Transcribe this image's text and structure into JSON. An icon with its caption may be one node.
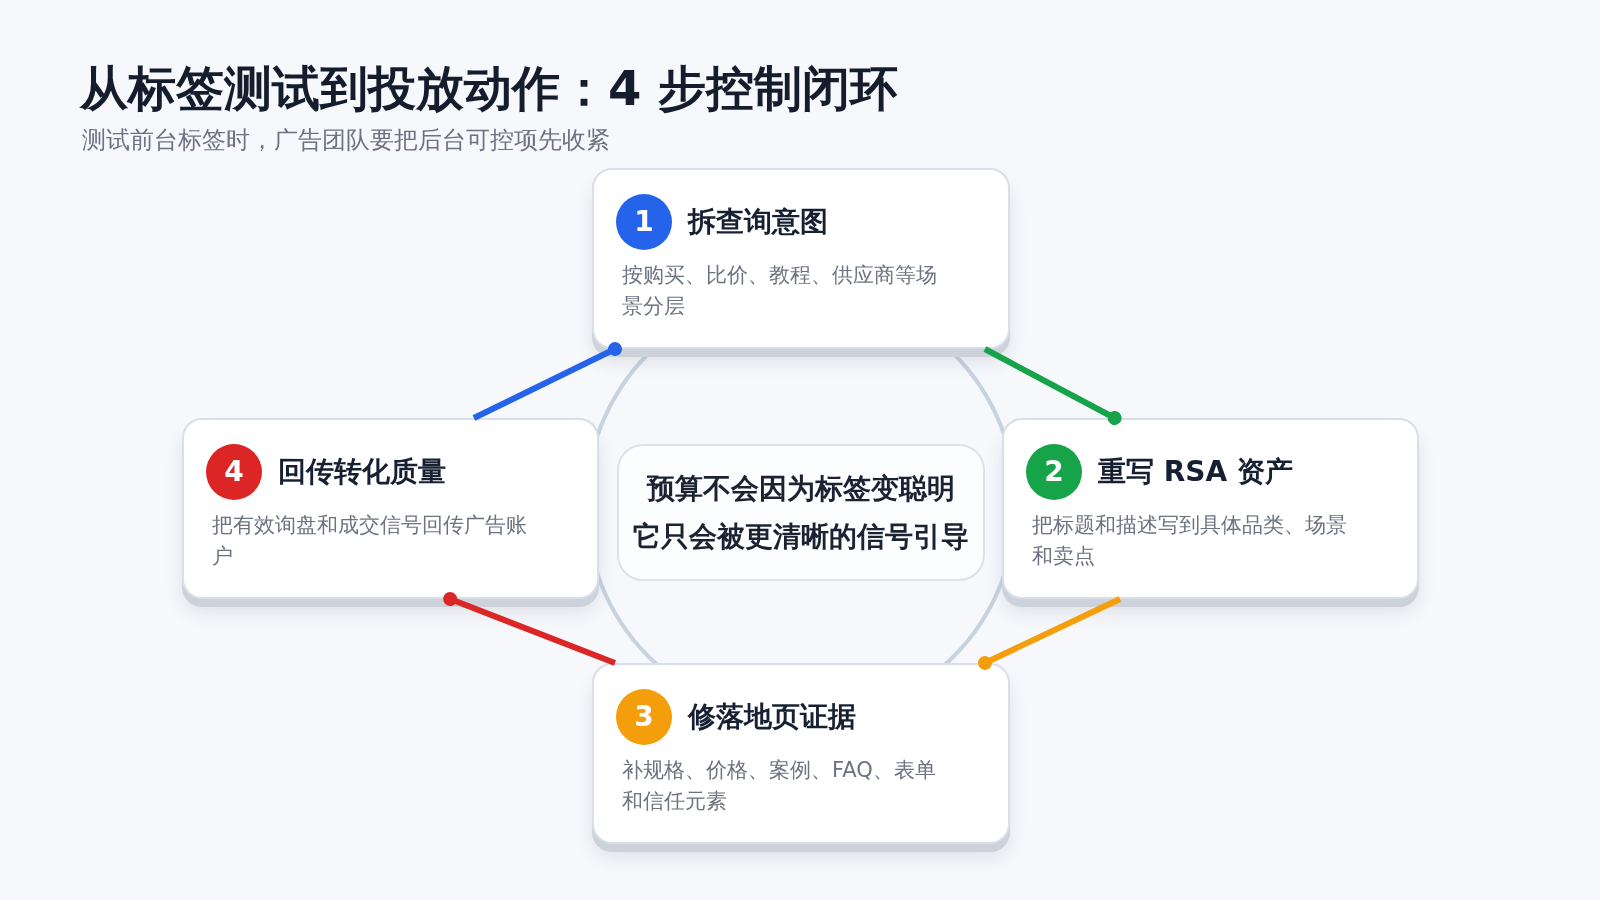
{
  "diagram": {
    "title": "从标签测试到投放动作：4 步控制闭环",
    "nodes": [
      {
        "text": [
          "拆查询意图",
          "按购买、比价、教程、供应商等场景分层"
        ]
      },
      {
        "text": [
          "1"
        ],
        "in": 0
      },
      {
        "text": [
          "回传转化质量",
          "把有效询盘和成交信号回传广告账户"
        ]
      },
      {
        "text": [
          "4"
        ],
        "in": 2
      },
      {
        "text": [
          "预算不会因为标签变聪明",
          "它只会被更清晰的信号引导"
        ]
      },
      {
        "text": [
          "重写 RSA 资产",
          "把标题和描述写到具体品类、场景和卖点"
        ]
      },
      {
        "text": [
          "2"
        ],
        "in": 5
      },
      {
        "text": [
          "修落地页证据",
          "补规格、价格、案例、FAQ、表单和信任元素"
        ]
      },
      {
        "text": [
          "3"
        ],
        "in": 7
      }
    ],
    "edges": [
      {
        "from": 2,
        "to": 0,
        "arrow": "other",
        "color": "#2563eb"
      },
      {
        "from": 0,
        "to": 5,
        "arrow": "other",
        "color": "#16a34a"
      },
      {
        "from": 5,
        "to": 7,
        "arrow": "other",
        "color": "#f59e0b"
      },
      {
        "from": 7,
        "to": 2,
        "arrow": "other",
        "color": "#dc2626"
      }
    ],
    "labels": [
      "测试前台标签时，广告团队要把后台可控项先收紧"
    ]
  }
}
